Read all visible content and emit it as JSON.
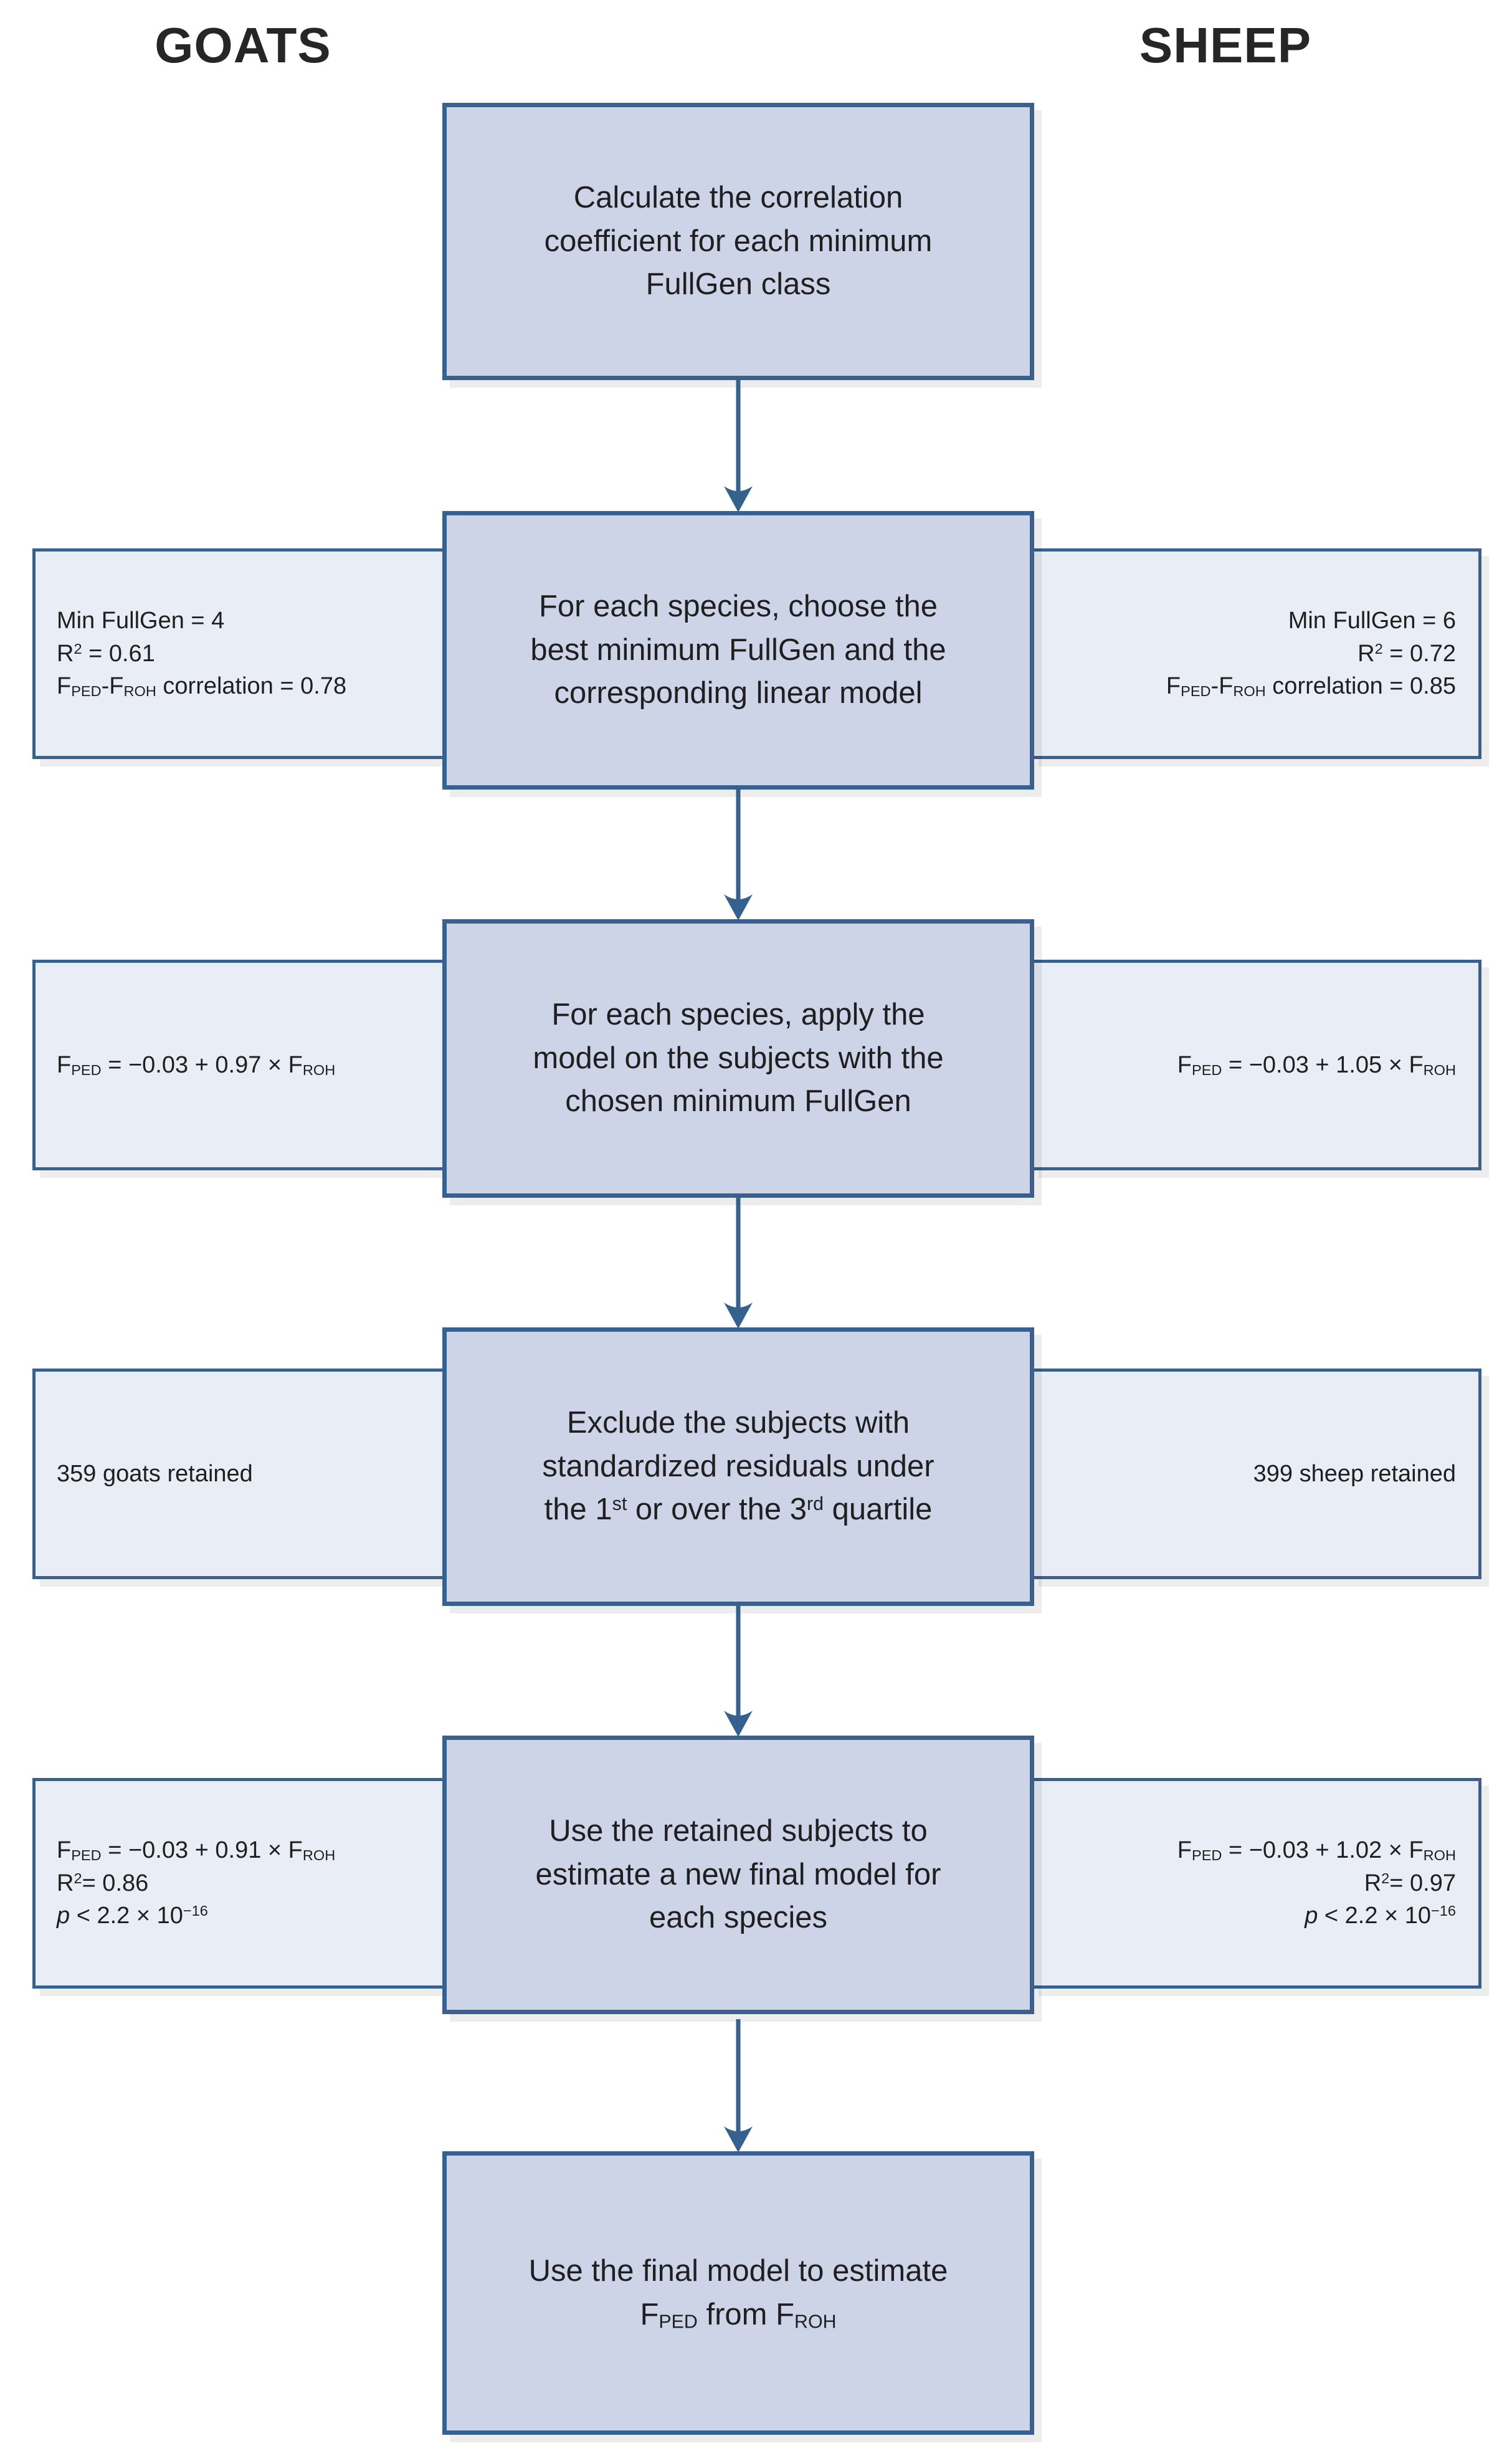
{
  "headers": {
    "left": "GOATS",
    "right": "SHEEP"
  },
  "colors": {
    "center_box_fill": "#cdd4e8",
    "side_box_fill": "#e9edf6",
    "box_border": "#38618f",
    "arrow": "#35618f",
    "text": "#1f1f1f",
    "background": "#ffffff"
  },
  "center_boxes": [
    {
      "lines": [
        "Calculate the correlation",
        "coefficient for each minimum",
        "FullGen class"
      ]
    },
    {
      "lines": [
        "For each species, choose the",
        "best minimum FullGen and the",
        "corresponding linear model"
      ]
    },
    {
      "lines": [
        "For each species, apply the",
        "model on the subjects with the",
        "chosen minimum FullGen"
      ]
    },
    {
      "lines": [
        "Exclude the subjects with",
        "standardized residuals under",
        "the 1[[sup]]st[[/sup]] or over the 3[[sup]]rd[[/sup]] quartile"
      ]
    },
    {
      "lines": [
        "Use the retained subjects to",
        "estimate a new final model for",
        "each species"
      ]
    },
    {
      "lines": [
        "Use the final model to estimate",
        "F[[sub]]PED[[/sub]] from F[[sub]]ROH[[/sub]]"
      ]
    }
  ],
  "left_boxes": [
    {
      "lines": [
        "Min FullGen = 4",
        "R[[sup]]2[[/sup]] = 0.61",
        "F[[sub]]PED[[/sub]]-F[[sub]]ROH[[/sub]] correlation = 0.78"
      ]
    },
    {
      "lines": [
        "F[[sub]]PED[[/sub]] = −0.03 + 0.97 × F[[sub]]ROH[[/sub]]"
      ]
    },
    {
      "lines": [
        "359 goats retained"
      ]
    },
    {
      "lines": [
        "F[[sub]]PED[[/sub]] = −0.03 + 0.91 × F[[sub]]ROH[[/sub]]",
        "R[[sup]]2[[/sup]]= 0.86",
        "[[i]]p[[/i]] < 2.2 × 10[[sup]]−16[[/sup]]"
      ]
    }
  ],
  "right_boxes": [
    {
      "lines": [
        "Min FullGen = 6",
        "R[[sup]]2[[/sup]] = 0.72",
        "F[[sub]]PED[[/sub]]-F[[sub]]ROH[[/sub]] correlation = 0.85"
      ]
    },
    {
      "lines": [
        "F[[sub]]PED[[/sub]] = −0.03 + 1.05 × F[[sub]]ROH[[/sub]]"
      ]
    },
    {
      "lines": [
        "399 sheep retained"
      ]
    },
    {
      "lines": [
        "F[[sub]]PED[[/sub]] = −0.03 + 1.02 × F[[sub]]ROH[[/sub]]",
        "R[[sup]]2[[/sup]]= 0.97",
        "[[i]]p[[/i]] < 2.2 × 10[[sup]]−16[[/sup]]"
      ]
    }
  ]
}
